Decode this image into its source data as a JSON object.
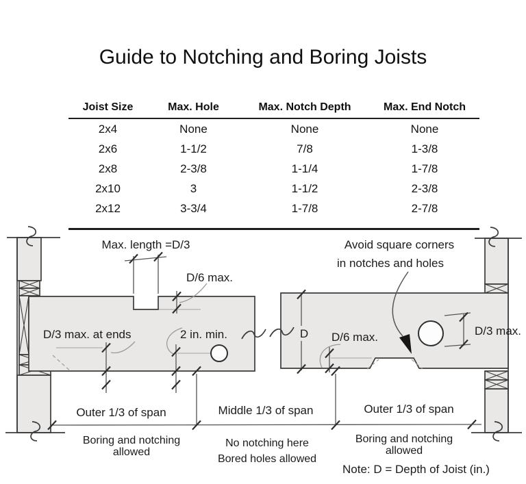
{
  "page": {
    "title": "Guide to Notching and Boring Joists",
    "note": "Note: D = Depth of Joist (in.)"
  },
  "table": {
    "headers": [
      "Joist Size",
      "Max. Hole",
      "Max. Notch Depth",
      "Max. End Notch"
    ],
    "rows": [
      [
        "2x4",
        "None",
        "None",
        "None"
      ],
      [
        "2x6",
        "1-1/2",
        "7/8",
        "1-3/8"
      ],
      [
        "2x8",
        "2-3/8",
        "1-1/4",
        "1-7/8"
      ],
      [
        "2x10",
        "3",
        "1-1/2",
        "2-3/8"
      ],
      [
        "2x12",
        "3-3/4",
        "1-7/8",
        "2-7/8"
      ]
    ]
  },
  "diagram": {
    "labels": {
      "max_length": "Max. length =D/3",
      "d6_left": "D/6 max.",
      "d3_ends": "D/3 max. at ends",
      "two_in_min": "2 in. min.",
      "avoid_line1": "Avoid square corners",
      "avoid_line2": "in notches and holes",
      "depth": "D",
      "d6_right": "D/6 max.",
      "d3_right": "D/3 max.",
      "outer_left": "Outer 1/3 of span",
      "middle": "Middle 1/3 of span",
      "outer_right": "Outer 1/3 of span",
      "boring_left_1": "Boring and notching",
      "boring_left_2": "allowed",
      "no_notch_1": "No notching here",
      "no_notch_2": "Bored holes allowed",
      "boring_right_1": "Boring and notching",
      "boring_right_2": "allowed"
    },
    "colors": {
      "wood_fill": "#e9e8e6",
      "line_color": "#3b3b3b"
    }
  }
}
